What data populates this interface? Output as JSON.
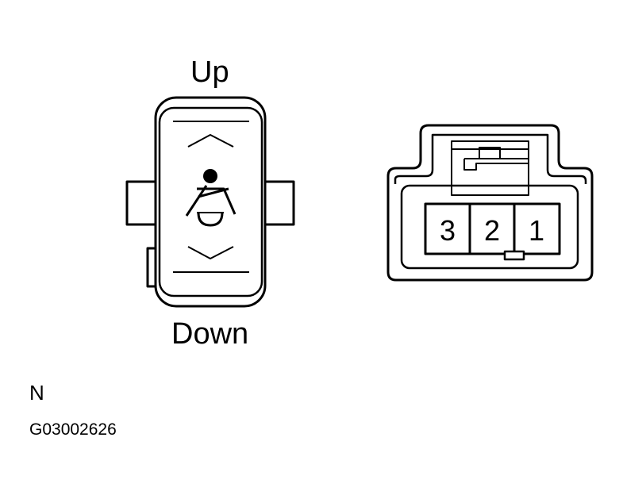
{
  "switch": {
    "up_label": "Up",
    "down_label": "Down",
    "icon": "seatbelt-icon"
  },
  "connector": {
    "terminals": [
      "3",
      "2",
      "1"
    ]
  },
  "view_label": "N",
  "figure_code": "G03002626"
}
